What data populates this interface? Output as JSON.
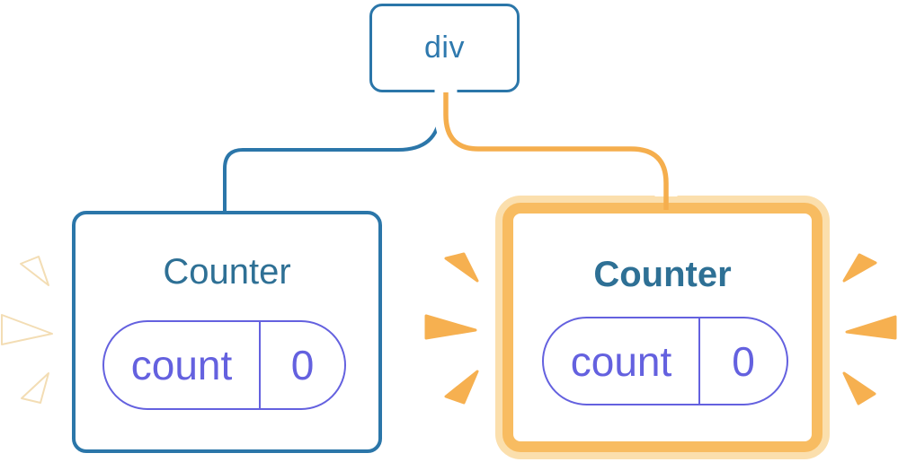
{
  "diagram": {
    "description": "React component tree: div root with two Counter children; right Counter highlighted as re-rendered with new state"
  },
  "tree": {
    "root": {
      "label": "div"
    },
    "children": [
      {
        "title": "Counter",
        "state": {
          "key": "count",
          "value": "0"
        },
        "highlighted": false
      },
      {
        "title": "Counter",
        "state": {
          "key": "count",
          "value": "0"
        },
        "highlighted": true
      }
    ]
  },
  "colors": {
    "accent-blue": "#2b76a9",
    "text-blue": "#2e79ae",
    "title-teal": "#2e7095",
    "state-purple": "#6461df",
    "orange-stripe": "#f5ae4d",
    "orange-border": "#f8bc61",
    "orange-ring": "#fbdfad",
    "orange-spark": "#f6b050"
  }
}
